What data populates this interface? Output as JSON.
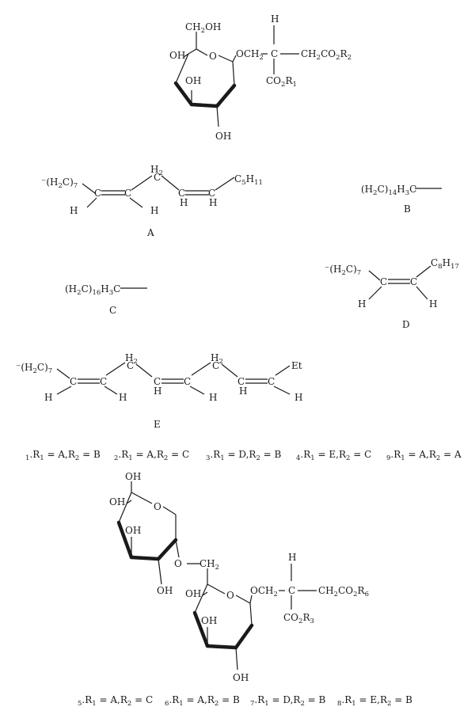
{
  "top_structure": {
    "ch2oh": "CH2OH",
    "oh_a": "OH",
    "oh_b": "OH",
    "oh_c": "OH",
    "ring_o": "O",
    "och2": "OCH2",
    "h": "H",
    "c": "C",
    "ch2co2r2": "CH2CO2R2",
    "co2r1": "CO2R1"
  },
  "groups": {
    "A": {
      "label": "A",
      "chain": "⁻(H2C)7",
      "c1": "C",
      "c2": "C",
      "c3": "C",
      "c4": "C",
      "c5": "C",
      "h2": "H2",
      "h_a": "H",
      "h_b": "H",
      "h_c": "H",
      "h_d": "H",
      "end": "C5H11"
    },
    "B": {
      "label": "B",
      "text": "(H2C)14H3C"
    },
    "C": {
      "label": "C",
      "text": "(H2C)16H3C"
    },
    "D": {
      "label": "D",
      "chain": "⁻(H2C)7",
      "c1": "C",
      "c2": "C",
      "h_a": "H",
      "h_b": "H",
      "end": "C8H17"
    },
    "E": {
      "label": "E",
      "chain": "⁻(H2C)7",
      "c_list": [
        "C",
        "C",
        "C",
        "C",
        "C",
        "C",
        "C",
        "C"
      ],
      "h2_a": "H2",
      "h2_b": "H2",
      "h_list": [
        "H",
        "H",
        "H",
        "H",
        "H",
        "H"
      ],
      "end": "Et"
    }
  },
  "compounds_row1": [
    "1.R1 = A,R2 = B",
    "2.R1 = A,R2 = C",
    "3.R1 = D,R2 = B",
    "4.R1 = E,R2 = C",
    "9.R1 = A,R2 = A"
  ],
  "bottom_structure": {
    "oh_top": "OH",
    "oh_1": "OH",
    "oh_2": "OH",
    "oh_3": "OH",
    "oh_4": "OH",
    "oh_5": "OH",
    "oh_6": "OH",
    "ring_o1": "O",
    "ring_o2": "O",
    "link_o": "O",
    "ch2": "CH2",
    "och2": "OCH2",
    "h": "H",
    "c": "C",
    "ch2co2r6": "CH2CO2R6",
    "co2r3": "CO2R3"
  },
  "compounds_row2": [
    "5.R1 = A,R2 = C",
    "6.R1 = A,R2 = B",
    "7.R1 = D,R2 = B",
    "8.R1 = E,R2 = B"
  ]
}
